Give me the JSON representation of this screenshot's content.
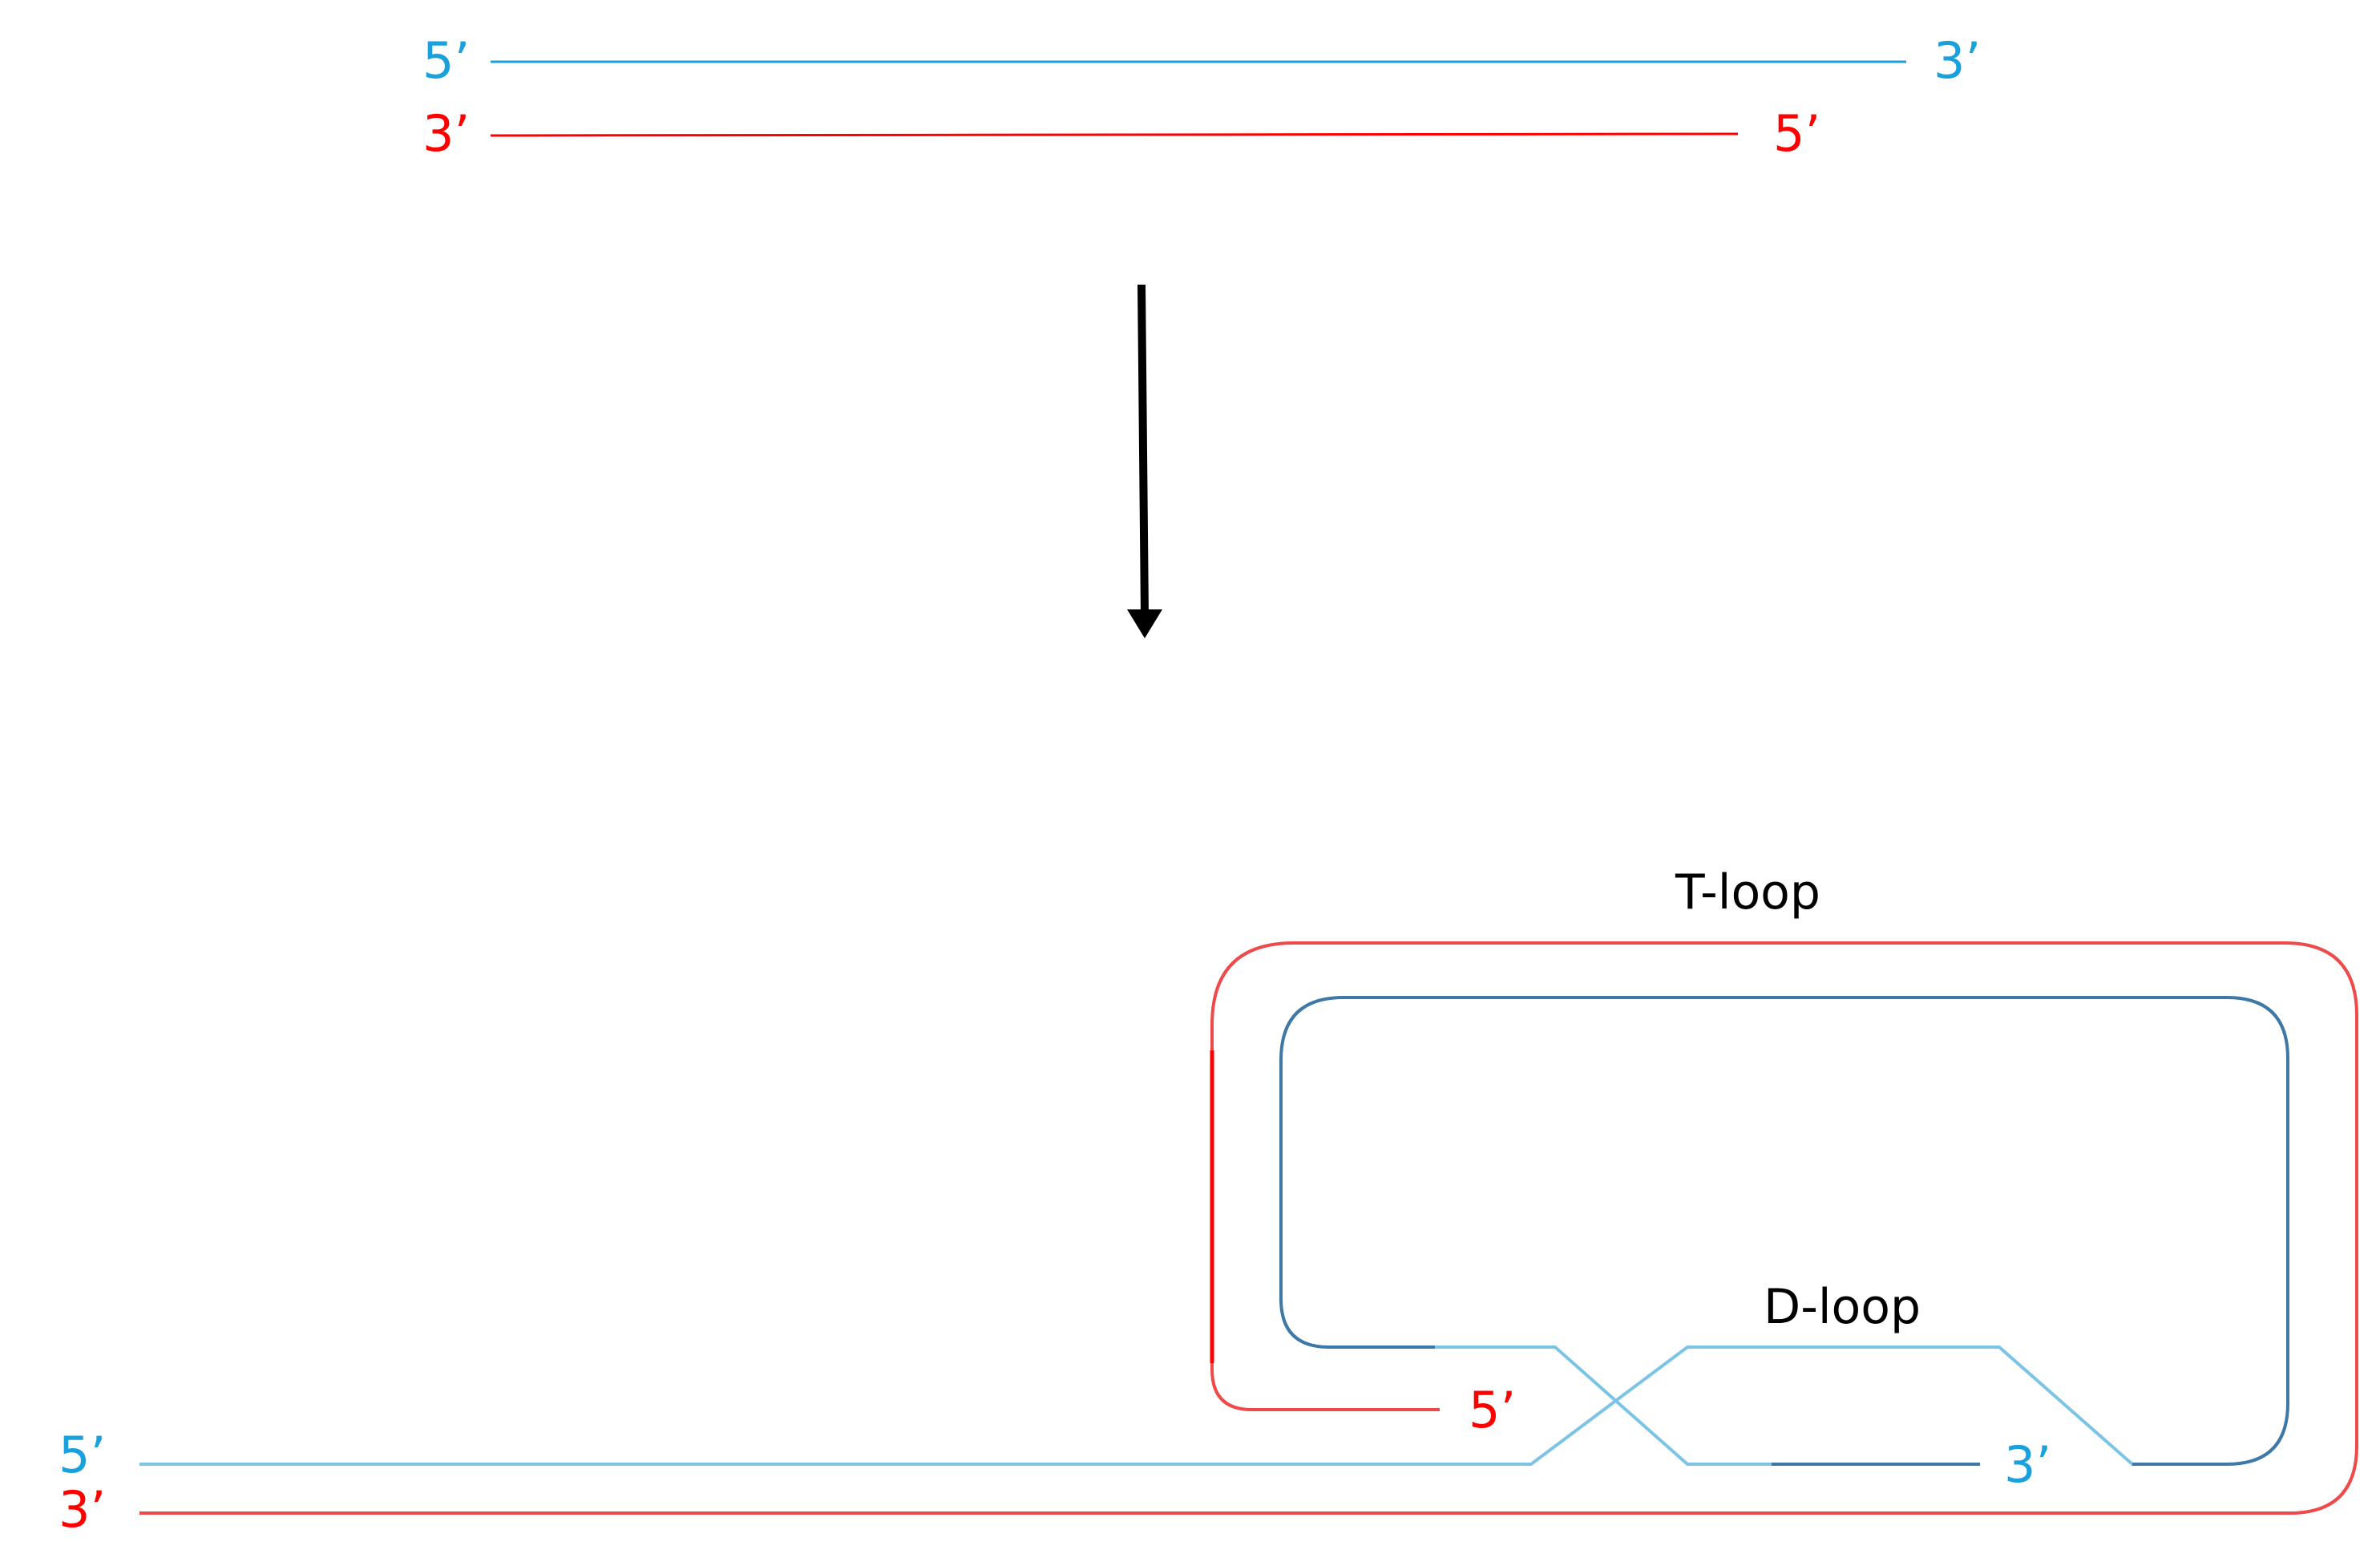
{
  "colors": {
    "blue_strand": "#1aa0dc",
    "blue_loop": "#3d78a6",
    "blue_light": "#7cc4e6",
    "red_strand": "#ff0000",
    "red_loop": "#ef4a4a",
    "arrow": "#000000"
  },
  "top": {
    "blue_left_label": "5’",
    "blue_right_label": "3’",
    "red_left_label": "3’",
    "red_right_label": "5’"
  },
  "bottom": {
    "t_loop_label": "T-loop",
    "d_loop_label": "D-loop",
    "blue_left_label": "5’",
    "red_left_label": "3’",
    "red_end_label": "5’",
    "blue_end_label": "3’"
  }
}
